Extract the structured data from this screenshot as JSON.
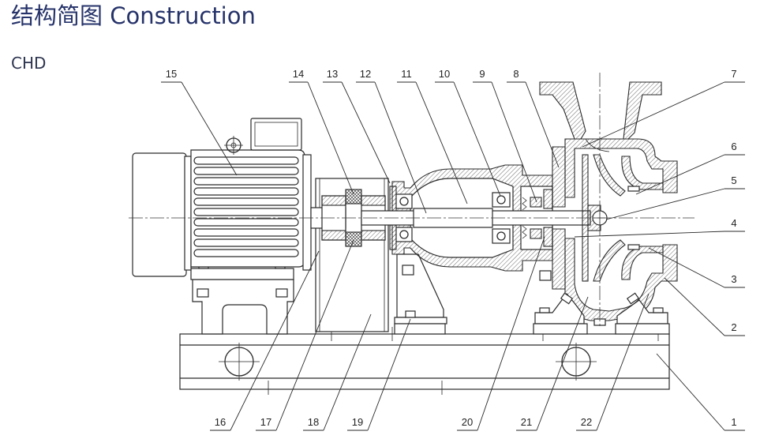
{
  "header": {
    "title": "结构简图 Construction",
    "model": "CHD"
  },
  "callouts": [
    "1",
    "2",
    "3",
    "4",
    "5",
    "6",
    "7",
    "8",
    "9",
    "10",
    "11",
    "12",
    "13",
    "14",
    "15",
    "16",
    "17",
    "18",
    "19",
    "20",
    "21",
    "22"
  ],
  "colors": {
    "title": "#26336a",
    "drawing_line": "#2a2a2a"
  }
}
